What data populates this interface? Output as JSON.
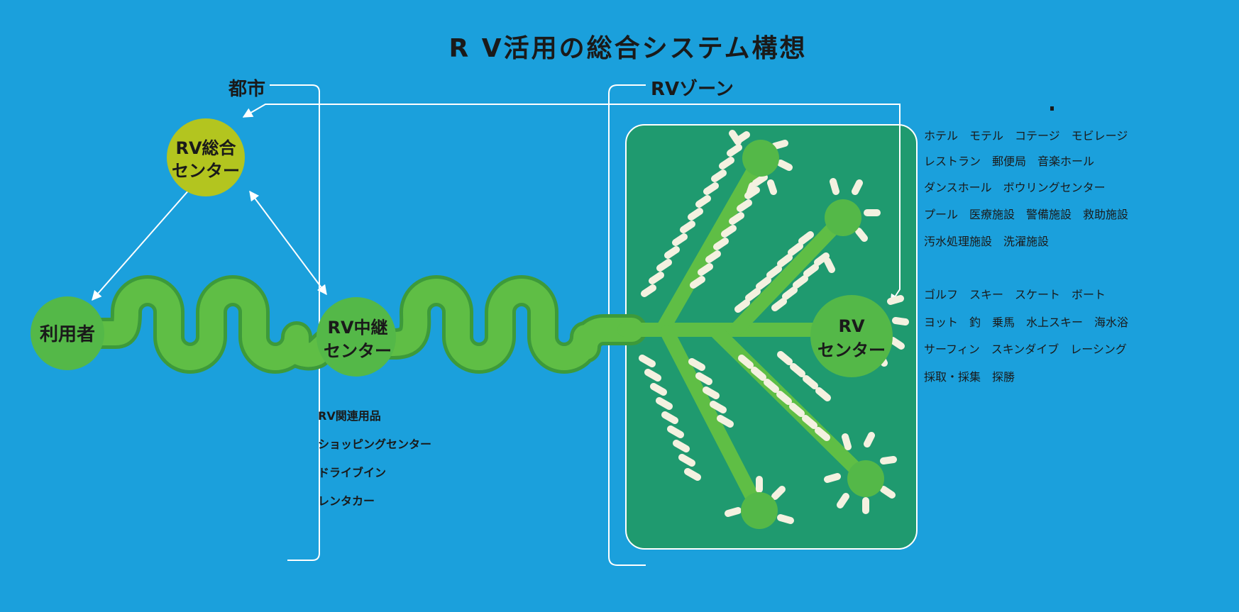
{
  "title": "R V活用の総合システム構想",
  "labels": {
    "city": "都市",
    "rv_zone": "RVゾーン",
    "user": "利用者",
    "general_center": [
      "RV総合",
      "センター"
    ],
    "relay_center": [
      "RV中継",
      "センター"
    ],
    "rv_center": [
      "RV",
      "センター"
    ]
  },
  "relay_services": [
    "RV関連用品",
    "ショッピングセンター",
    "ドライブイン",
    "レンタカー"
  ],
  "facilities": [
    "ホテル　モテル　コテージ　モビレージ",
    "レストラン　郵便局　音楽ホール",
    "ダンスホール　ボウリングセンター",
    "プール　医療施設　警備施設　救助施設",
    "汚水処理施設　洗濯施設"
  ],
  "activities": [
    "ゴルフ　スキー　スケート　ボート",
    "ヨット　釣　乗馬　水上スキー　海水浴",
    "サーフィン　スキンダイブ　レーシング",
    "採取・採集　探勝"
  ],
  "colors": {
    "background": "#1ba0dc",
    "road": "#5fbe45",
    "road_edge": "#3d9a3a",
    "node": "#54b848",
    "general_center": "#b3c51f",
    "zone_panel": "#1f9a6f",
    "line": "#ffffff",
    "text": "#1a1a1a"
  }
}
